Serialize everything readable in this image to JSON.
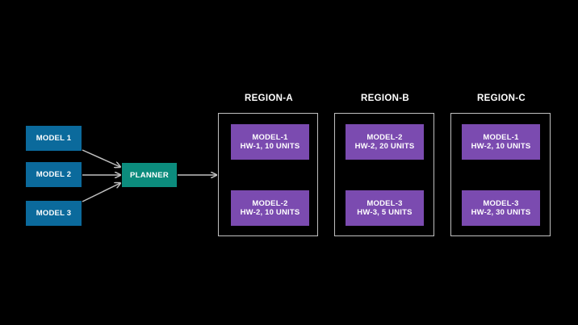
{
  "inputs": [
    {
      "label": "MODEL 1"
    },
    {
      "label": "MODEL 2"
    },
    {
      "label": "MODEL 3"
    }
  ],
  "planner": {
    "label": "PLANNER"
  },
  "regions": [
    {
      "title": "REGION-A",
      "deployments": [
        {
          "model": "MODEL-1",
          "hw": "HW-1, 10 UNITS"
        },
        {
          "model": "MODEL-2",
          "hw": "HW-2, 10 UNITS"
        }
      ]
    },
    {
      "title": "REGION-B",
      "deployments": [
        {
          "model": "MODEL-2",
          "hw": "HW-2, 20 UNITS"
        },
        {
          "model": "MODEL-3",
          "hw": "HW-3, 5 UNITS"
        }
      ]
    },
    {
      "title": "REGION-C",
      "deployments": [
        {
          "model": "MODEL-1",
          "hw": "HW-2, 10 UNITS"
        },
        {
          "model": "MODEL-3",
          "hw": "HW-2, 30 UNITS"
        }
      ]
    }
  ],
  "colors": {
    "background": "#000000",
    "model_box": "#0b6a9c",
    "planner_box": "#0c8c7d",
    "deployment_box": "#7b4bb0",
    "region_border": "#bfbfbf",
    "arrow": "#bfbfbf"
  }
}
